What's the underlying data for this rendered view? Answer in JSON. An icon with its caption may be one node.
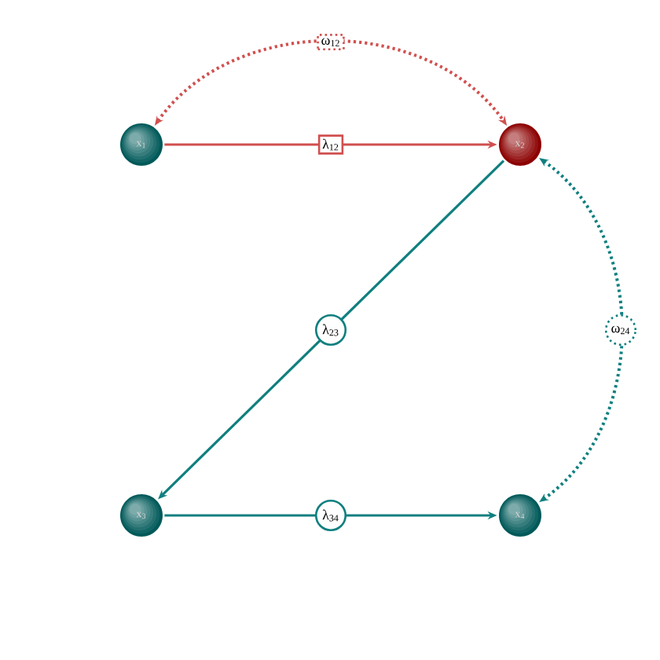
{
  "diagram": {
    "nodes": [
      {
        "text": [
          "x$_{1}$"
        ]
      },
      {
        "text": [
          "x$_{2}$"
        ]
      },
      {
        "text": [
          "x$_{3}$"
        ]
      },
      {
        "text": [
          "x$_{4}$"
        ]
      }
    ],
    "edges": [
      {
        "from": 0,
        "to": 1,
        "arrow": "to",
        "label": "λ$_{12}$",
        "color": "#d0504f"
      },
      {
        "from": 1,
        "to": 2,
        "arrow": "to",
        "label": "λ$_{23}$"
      },
      {
        "from": 2,
        "to": 3,
        "arrow": "to",
        "label": "λ$_{34}$"
      },
      {
        "from": 0,
        "to": 1,
        "arrow": "both",
        "label": "ω$_{12}$",
        "color": "#d0504f",
        "style": "dashed"
      },
      {
        "from": 1,
        "to": 3,
        "arrow": "both",
        "label": "ω$_{24}$",
        "style": "dashed"
      }
    ]
  }
}
